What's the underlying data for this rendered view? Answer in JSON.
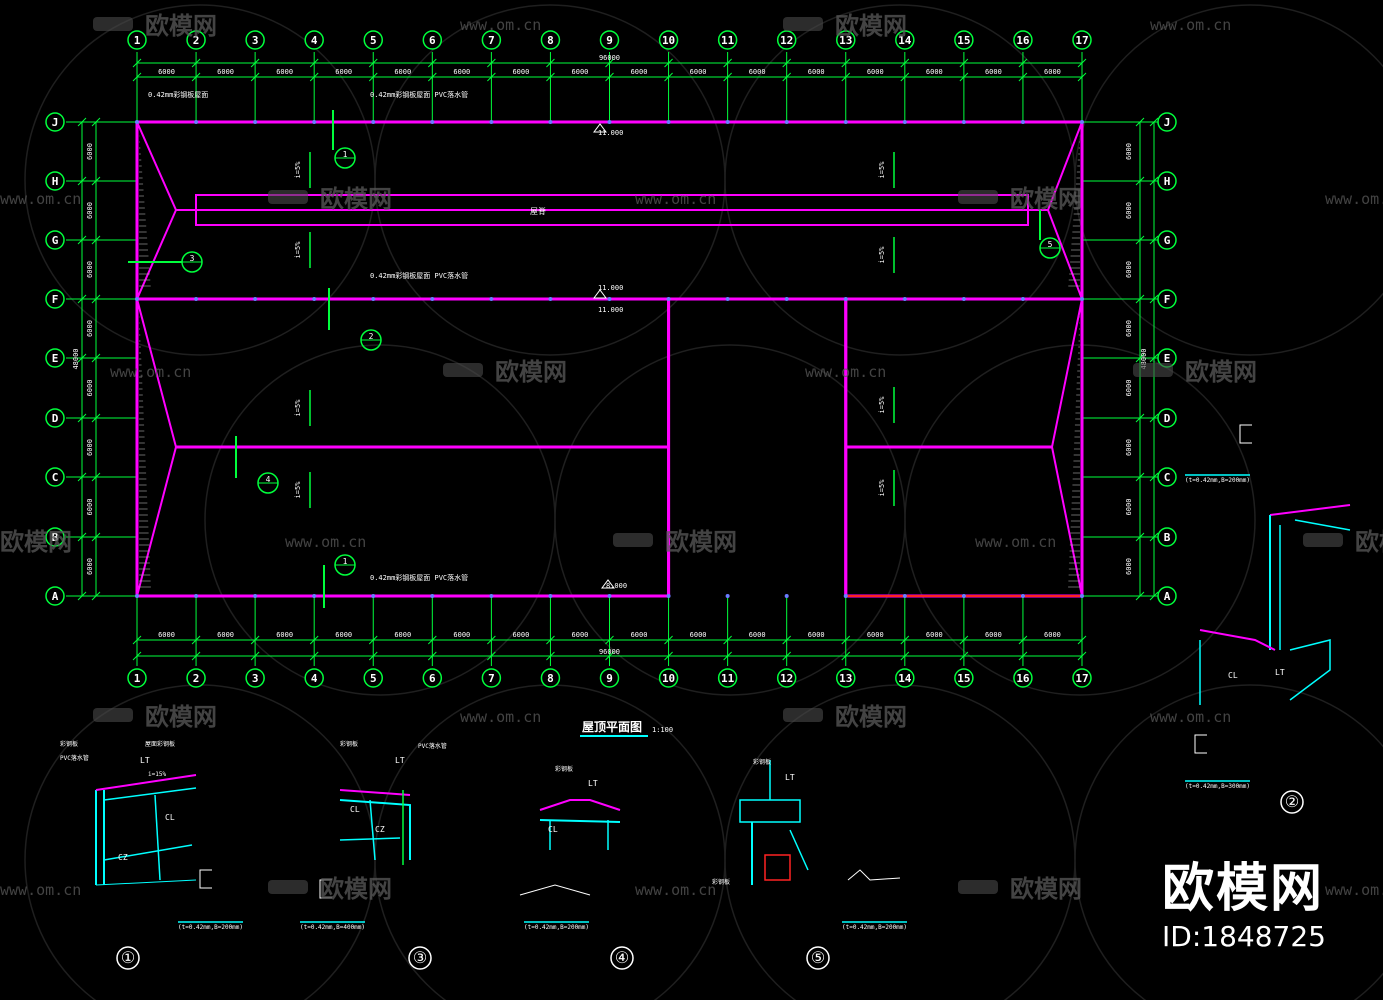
{
  "drawing": {
    "grid_columns": [
      "1",
      "2",
      "3",
      "4",
      "5",
      "6",
      "7",
      "8",
      "9",
      "10",
      "11",
      "12",
      "13",
      "14",
      "15",
      "16",
      "17"
    ],
    "grid_rows": [
      "J",
      "H",
      "G",
      "F",
      "E",
      "D",
      "C",
      "B",
      "A"
    ],
    "span_dims": [
      "6000",
      "6000",
      "6000",
      "6000",
      "6000",
      "6000",
      "6000",
      "6000",
      "6000",
      "6000",
      "6000",
      "6000",
      "6000",
      "6000",
      "6000",
      "6000"
    ],
    "total_length": "96000",
    "row_dims_left": [
      "6000",
      "6000",
      "6000",
      "6000",
      "6000",
      "6000",
      "6000",
      "6000"
    ],
    "row_dims_right": [
      "6000",
      "6000",
      "6000",
      "6000",
      "6000",
      "6000",
      "6000",
      "6000"
    ],
    "total_width": "48000",
    "plan_title": "屋顶平面图",
    "plan_scale": "1:100",
    "detail_marks": [
      "①",
      "②",
      "③",
      "④",
      "⑤"
    ],
    "section_marks": [
      "1",
      "2",
      "3",
      "4",
      "5"
    ],
    "slope_labels": [
      "i=5%",
      "i=5%",
      "i=5%",
      "i=5%",
      "i=5%",
      "i=5%",
      "i=5%",
      "i=5%"
    ],
    "elevations": [
      "11.000",
      "11.000",
      "8.000",
      "6.000"
    ],
    "ridge_note": "屋脊",
    "roof_notes": [
      "0.42mm彩钢板屋面",
      "0.42mm彩钢板屋面 PVC落水管",
      "0.42mm彩钢板屋面 PVC落水管",
      "0.42mm彩钢板屋面 PVC落水管"
    ],
    "detail_labels": [
      "LT",
      "LT",
      "LT",
      "LT",
      "LT",
      "CL",
      "CZ",
      "CL",
      "CZ",
      "CL",
      "CL"
    ],
    "detail_notes": [
      "彩钢板",
      "屋面彩钢板",
      "PVC落水管",
      "i=15%",
      "彩钢板",
      "PVC落水管",
      "彩钢板",
      "彩钢板",
      "彩钢板"
    ],
    "section_notes": [
      "(t=0.42mm,B=200mm)",
      "(t=0.42mm,B=400mm)",
      "(t=0.42mm,B=200mm)",
      "(t=0.42mm,B=200mm)",
      "(t=0.42mm,B=200mm)",
      "(t=0.42mm,B=300mm)"
    ]
  },
  "watermarks": {
    "brand_cn": "欧模网",
    "url": "www.om.cn"
  },
  "brand": {
    "name": "欧模网",
    "id": "ID:1848725"
  },
  "colors": {
    "grid": "#00ff3c",
    "roof": "#ff00ff",
    "detail": "#00ffff",
    "text": "#ffffff",
    "node": "#6a7cff",
    "hatch": "#b0b0b0",
    "accent": "#ff2222"
  }
}
